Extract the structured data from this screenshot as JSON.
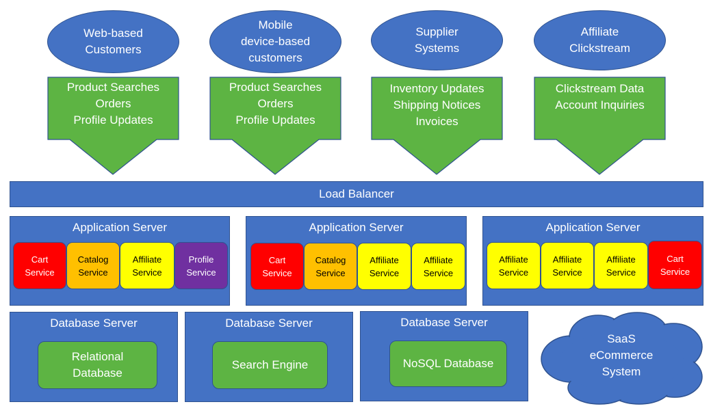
{
  "sources": [
    {
      "label": "Web-based\nCustomers"
    },
    {
      "label": "Mobile\ndevice-based\ncustomers"
    },
    {
      "label": "Supplier\nSystems"
    },
    {
      "label": "Affiliate\nClickstream"
    }
  ],
  "flows": [
    {
      "label": "Product Searches\nOrders\nProfile Updates"
    },
    {
      "label": "Product Searches\nOrders\nProfile Updates"
    },
    {
      "label": "Inventory Updates\nShipping Notices\nInvoices"
    },
    {
      "label": "Clickstream Data\nAccount Inquiries"
    }
  ],
  "load_balancer": {
    "label": "Load Balancer"
  },
  "app_servers": [
    {
      "title": "Application Server",
      "services": [
        {
          "label": "Cart\nService",
          "color": "#ff0000",
          "text_color": "#ffffff"
        },
        {
          "label": "Catalog\nService",
          "color": "#ffc000",
          "text_color": "#000000"
        },
        {
          "label": "Affiliate\nService",
          "color": "#ffff00",
          "text_color": "#000000"
        },
        {
          "label": "Profile\nService",
          "color": "#7030a0",
          "text_color": "#ffffff"
        }
      ]
    },
    {
      "title": "Application Server",
      "services": [
        {
          "label": "Cart\nService",
          "color": "#ff0000",
          "text_color": "#ffffff"
        },
        {
          "label": "Catalog\nService",
          "color": "#ffc000",
          "text_color": "#000000"
        },
        {
          "label": "Affiliate\nService",
          "color": "#ffff00",
          "text_color": "#000000"
        },
        {
          "label": "Affiliate\nService",
          "color": "#ffff00",
          "text_color": "#000000"
        }
      ]
    },
    {
      "title": "Application Server",
      "services": [
        {
          "label": "Affiliate\nService",
          "color": "#ffff00",
          "text_color": "#000000"
        },
        {
          "label": "Affiliate\nService",
          "color": "#ffff00",
          "text_color": "#000000"
        },
        {
          "label": "Affiliate\nService",
          "color": "#ffff00",
          "text_color": "#000000"
        },
        {
          "label": "Cart\nService",
          "color": "#ff0000",
          "text_color": "#ffffff"
        }
      ]
    }
  ],
  "db_servers": [
    {
      "title": "Database Server",
      "db": "Relational\nDatabase"
    },
    {
      "title": "Database Server",
      "db": "Search Engine"
    },
    {
      "title": "Database Server",
      "db": "NoSQL Database"
    }
  ],
  "saas": {
    "label": "SaaS\neCommerce\nSystem"
  },
  "colors": {
    "primary": "#4472c4",
    "outline": "#2f528f",
    "green": "#5db443"
  }
}
